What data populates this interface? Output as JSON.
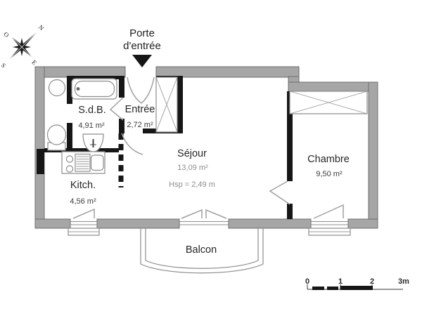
{
  "plan": {
    "entrance": {
      "label_line1": "Porte",
      "label_line2": "d'entrée"
    },
    "rooms": [
      {
        "id": "sdb",
        "name": "S.d.B.",
        "area": "4,91 m²"
      },
      {
        "id": "entree",
        "name": "Entrée",
        "area": "2,72 m²"
      },
      {
        "id": "kitch",
        "name": "Kitch.",
        "area": "4,56 m²"
      },
      {
        "id": "sejour",
        "name": "Séjour",
        "area": "13,09 m²",
        "hsp": "Hsp = 2,49 m"
      },
      {
        "id": "chambre",
        "name": "Chambre",
        "area": "9,50 m²"
      },
      {
        "id": "balcon",
        "name": "Balcon"
      }
    ],
    "compass": {
      "n": "N",
      "s": "S",
      "e": "E",
      "o": "O"
    },
    "scale": {
      "l0": "0",
      "l1": "1",
      "l2": "2",
      "l3": "3m"
    },
    "colors": {
      "outer_wall": "#a6a6a6",
      "outer_wall_outline": "#6e6e6e",
      "interior_wall": "#161616",
      "fixture_line": "#8c8c8c",
      "swing_line": "#a0a0a0",
      "text_dark": "#262626",
      "text_light": "#8d8d8d"
    }
  }
}
